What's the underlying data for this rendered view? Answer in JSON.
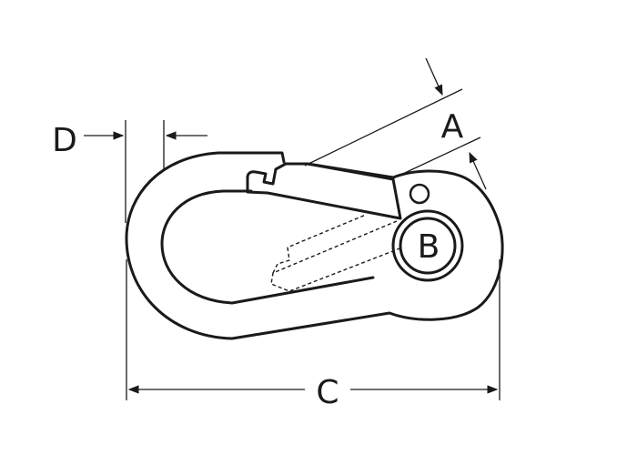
{
  "diagram": {
    "labels": {
      "a": "A",
      "b": "B",
      "c": "C",
      "d": "D"
    },
    "colors": {
      "ink": "#1a1a1a",
      "background": "#ffffff"
    }
  }
}
